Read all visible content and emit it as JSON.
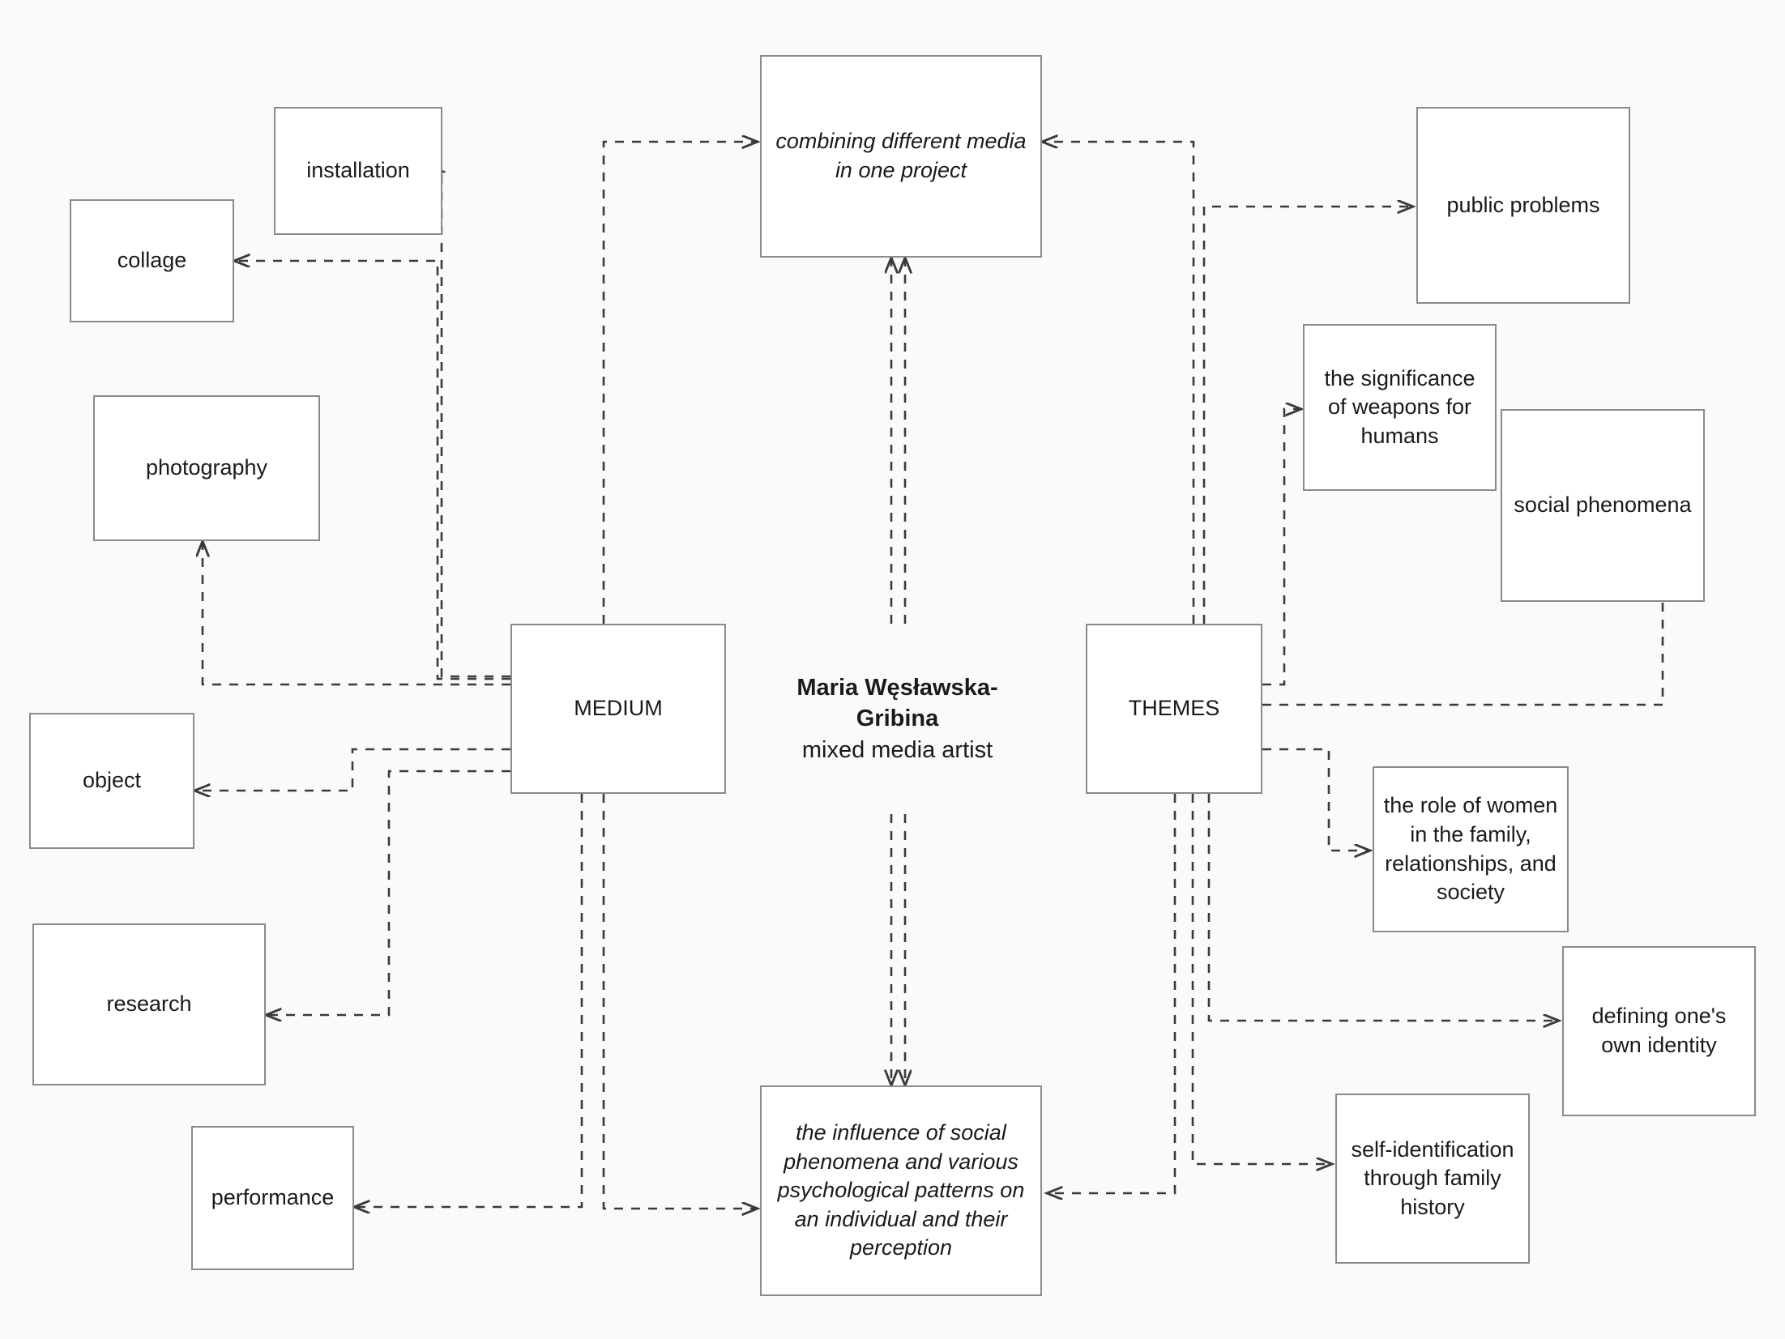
{
  "center": {
    "name": "Maria Węsławska-Gribina",
    "role": "mixed media artist"
  },
  "hubs": {
    "medium": "MEDIUM",
    "themes": "THEMES"
  },
  "statements": {
    "top": "combining different media in one project",
    "bottom": "the influence of social phenomena and various psychological patterns on an individual and their perception"
  },
  "medium_items": [
    {
      "label": "installation"
    },
    {
      "label": "collage"
    },
    {
      "label": "photography"
    },
    {
      "label": "object"
    },
    {
      "label": "research"
    },
    {
      "label": "performance"
    }
  ],
  "theme_items": [
    {
      "label": "public problems"
    },
    {
      "label": "the significance of weapons for humans"
    },
    {
      "label": "social phenomena"
    },
    {
      "label": "the role of women in the family, relationships, and society"
    },
    {
      "label": "defining one's own identity"
    },
    {
      "label": "self-identification through family history"
    }
  ],
  "colors": {
    "background": "#fafafa",
    "node_border": "#8a8a8a",
    "node_fill": "#ffffff",
    "edge": "#3a3a3a",
    "text": "#1a1a1a"
  }
}
